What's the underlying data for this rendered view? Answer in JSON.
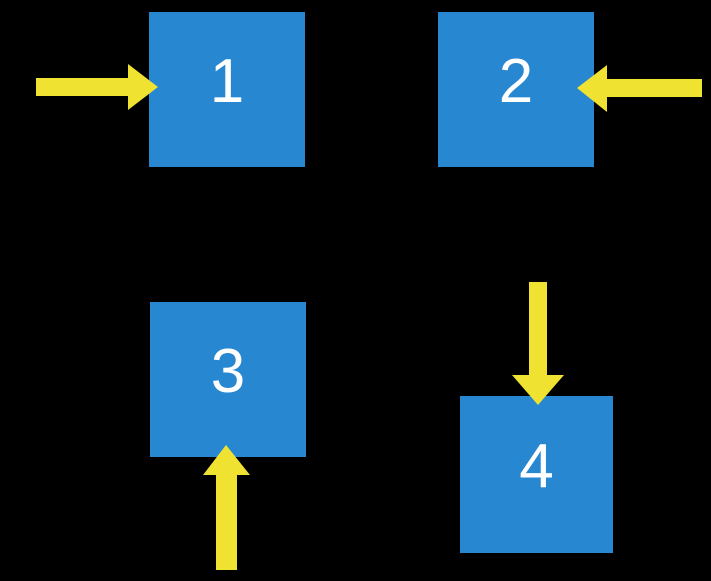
{
  "colors": {
    "background": "#000000",
    "square": "#2787d1",
    "arrow": "#f0e231",
    "number": "#ffffff"
  },
  "squares": [
    {
      "label": "1",
      "arrow_direction": "right",
      "arrow_enters_from": "left"
    },
    {
      "label": "2",
      "arrow_direction": "left",
      "arrow_enters_from": "right"
    },
    {
      "label": "3",
      "arrow_direction": "up",
      "arrow_enters_from": "bottom"
    },
    {
      "label": "4",
      "arrow_direction": "down",
      "arrow_enters_from": "top"
    }
  ]
}
